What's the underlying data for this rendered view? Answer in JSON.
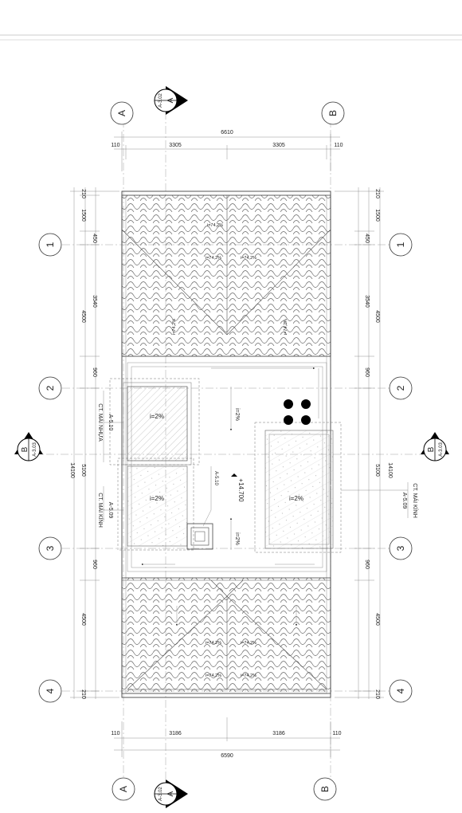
{
  "grid_axes": {
    "cols": [
      "A",
      "B"
    ],
    "rows": [
      "1",
      "2",
      "3",
      "4"
    ]
  },
  "section_markers": {
    "section_a": {
      "letter": "A",
      "sheet": "A-3.02"
    },
    "section_b": {
      "letter": "B",
      "sheet": "A-3.03"
    }
  },
  "dims_top": {
    "total": "6610",
    "left": "3305",
    "right": "3305",
    "edge_left": "110",
    "edge_right": "110"
  },
  "dims_bottom": {
    "total": "6590",
    "left": "3186",
    "right": "3186",
    "edge_left": "110",
    "edge_right": "110"
  },
  "dims_left": {
    "total": "14100",
    "bay_1_2": "4500",
    "bay_2_3": "5100",
    "bay_3_4": "4500",
    "top_edge": "210",
    "overhang_top": "1500",
    "a": "450",
    "b": "3540",
    "c": "960",
    "d": "960",
    "bottom_edge": "210"
  },
  "dims_right": {
    "total": "14100",
    "bay_1_2": "4500",
    "bay_2_3": "5100",
    "bay_3_4": "4500",
    "top_edge": "210",
    "overhang_top": "1500",
    "a": "450",
    "b": "3540",
    "c": "960",
    "d": "960",
    "bottom_edge": "210"
  },
  "slopes": {
    "roof_pct": "i=74,2%",
    "flat_pct": "i=2%"
  },
  "elevation": "+14.700",
  "callouts": {
    "plastic_roof": {
      "title": "CT. MÁI NHỰA",
      "ref": "A-5.10"
    },
    "glass_roof_left": {
      "title": "CT. MÁI KÍNH",
      "ref": "A-5.09"
    },
    "glass_roof_right": {
      "title": "CT. MÁI KÍNH",
      "ref": "A-5.09"
    },
    "detail_ref": "A-5.10"
  },
  "colors": {
    "line": "#444444",
    "hatch": "#9a9a9a",
    "fill_dark": "#000000"
  }
}
